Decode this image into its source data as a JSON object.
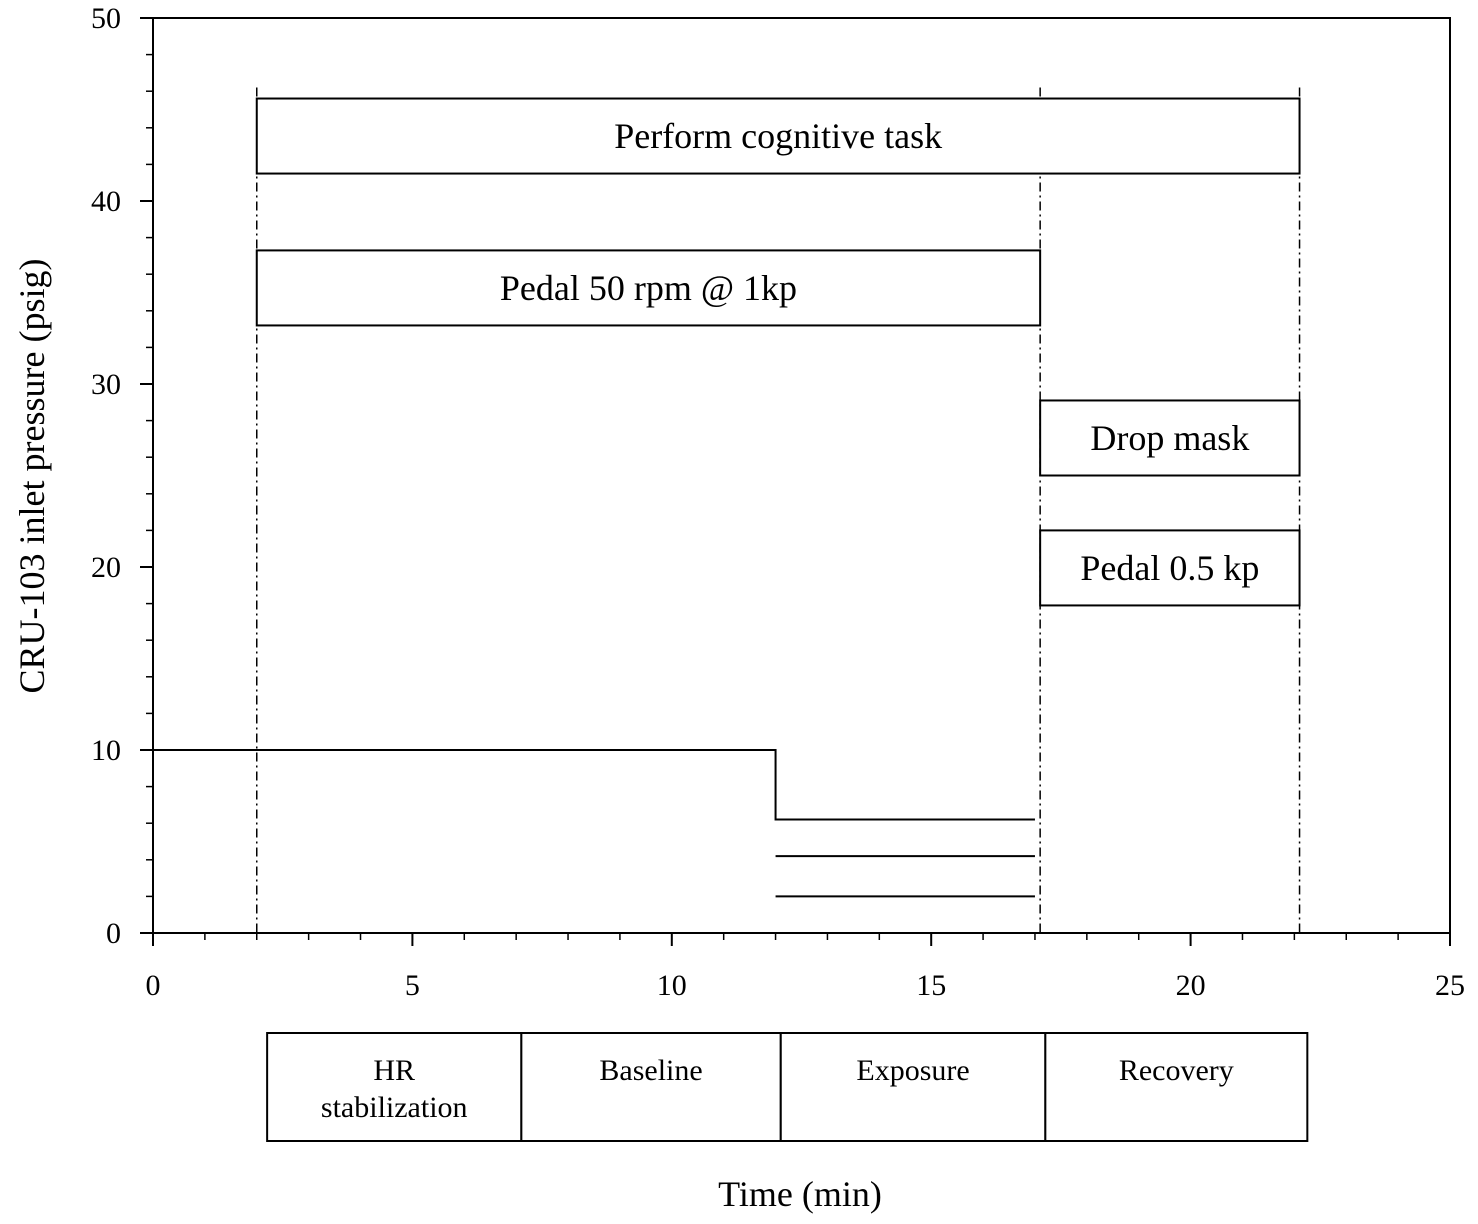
{
  "chart_data": {
    "type": "line",
    "title": "",
    "xlabel": "Time (min)",
    "ylabel": "CRU-103 inlet pressure (psig)",
    "xlim": [
      0,
      25
    ],
    "ylim": [
      0,
      50
    ],
    "x_major_ticks": [
      0,
      5,
      10,
      15,
      20,
      25
    ],
    "y_major_ticks": [
      0,
      10,
      20,
      30,
      40,
      50
    ],
    "x_minor_step": 1,
    "y_minor_step": 2,
    "grid": false,
    "series": [
      {
        "x": [
          0,
          12,
          12,
          17
        ],
        "y": [
          10,
          10,
          6.2,
          6.2
        ]
      },
      {
        "x": [
          12,
          17
        ],
        "y": [
          4.2,
          4.2
        ]
      },
      {
        "x": [
          12,
          17
        ],
        "y": [
          2,
          2
        ]
      }
    ],
    "annotations": [
      {
        "text": "Perform cognitive task",
        "x0": 2,
        "x1": 22.1,
        "y0": 41.5,
        "y1": 45.6
      },
      {
        "text": "Pedal 50 rpm @ 1kp",
        "x0": 2,
        "x1": 17.1,
        "y0": 33.2,
        "y1": 37.3
      },
      {
        "text": "Drop mask",
        "x0": 17.1,
        "x1": 22.1,
        "y0": 25,
        "y1": 29.1
      },
      {
        "text": "Pedal 0.5 kp",
        "x0": 17.1,
        "x1": 22.1,
        "y0": 17.9,
        "y1": 22
      }
    ],
    "markers_x": [
      2,
      17.1,
      22.1
    ],
    "phases": [
      {
        "label_lines": [
          "HR",
          "stabilization"
        ],
        "x0": 2.2,
        "x1": 7.1
      },
      {
        "label_lines": [
          "Baseline"
        ],
        "x0": 7.1,
        "x1": 12.1
      },
      {
        "label_lines": [
          "Exposure"
        ],
        "x0": 12.1,
        "x1": 17.2
      },
      {
        "label_lines": [
          "Recovery"
        ],
        "x0": 17.2,
        "x1": 22.25
      }
    ]
  }
}
